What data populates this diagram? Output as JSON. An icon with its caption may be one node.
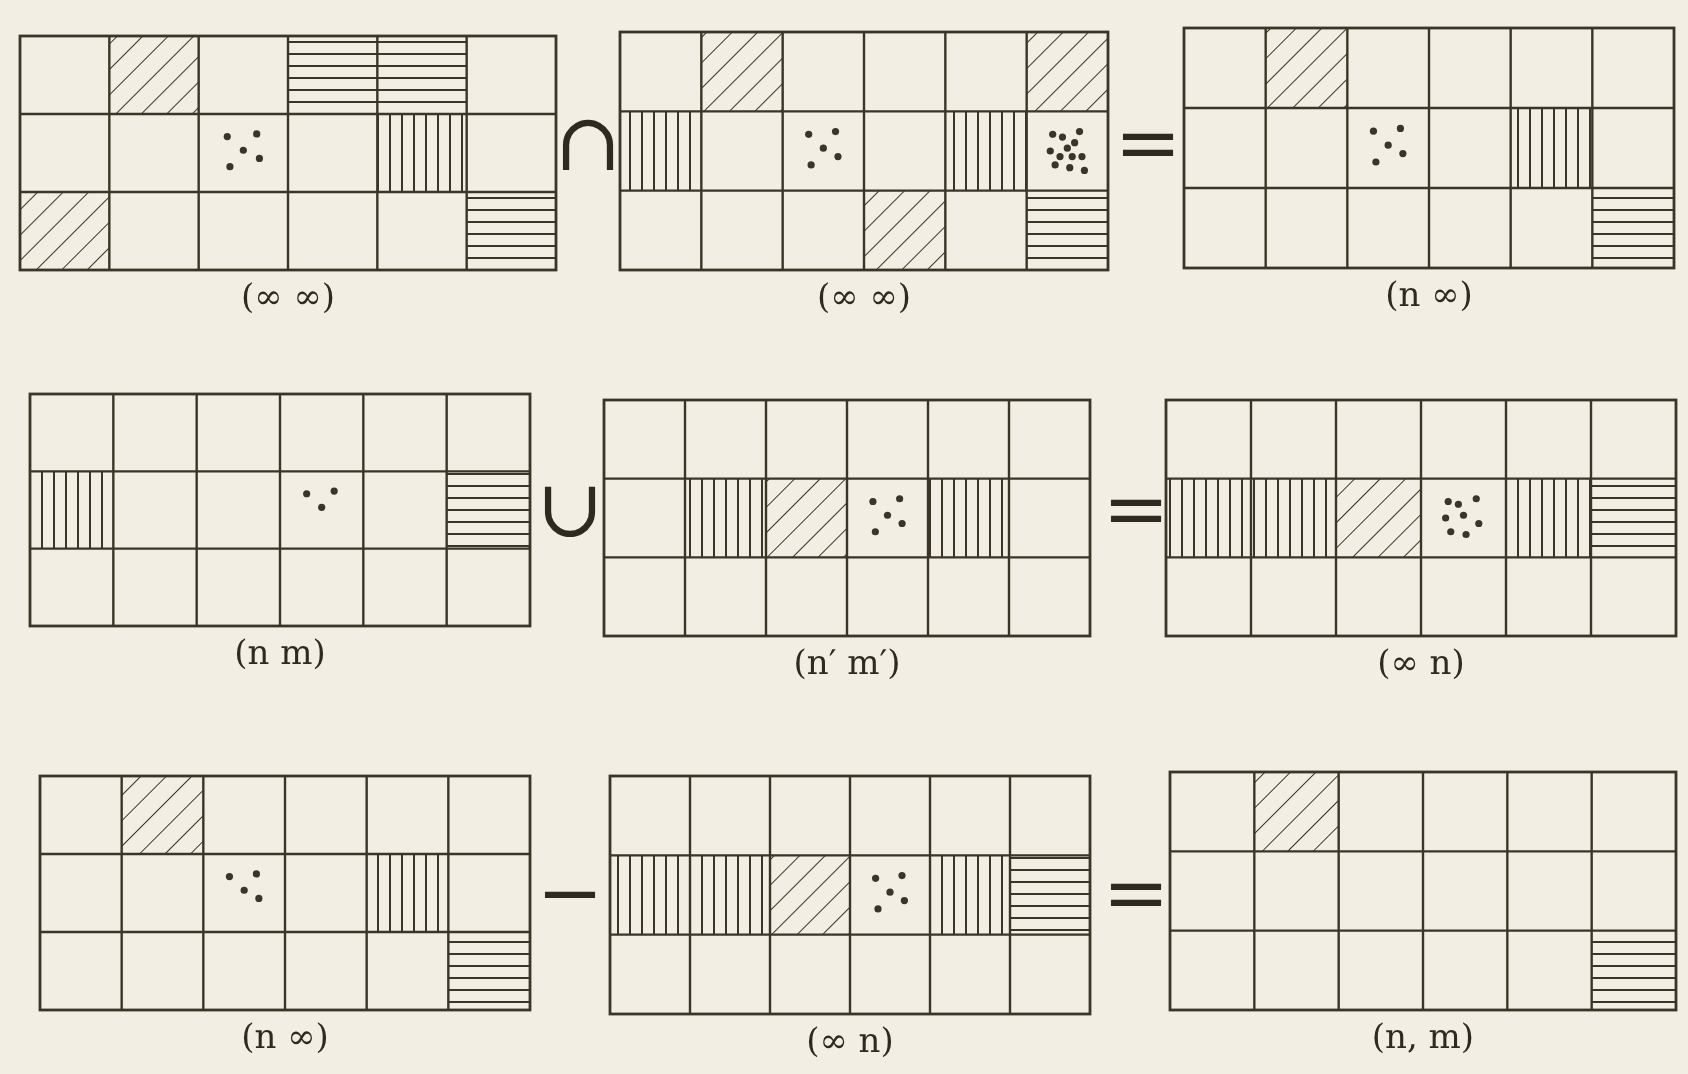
{
  "diagram": {
    "labels": [
      "∩",
      "=",
      "(∞ ∞)",
      "(∞ ∞)",
      "(n ∞)",
      "∪",
      "=",
      "(n m)",
      "(n′ m′)",
      "(∞ n)",
      "−",
      "=",
      "(n ∞)",
      "(∞ n)",
      "(n, m)"
    ]
  }
}
